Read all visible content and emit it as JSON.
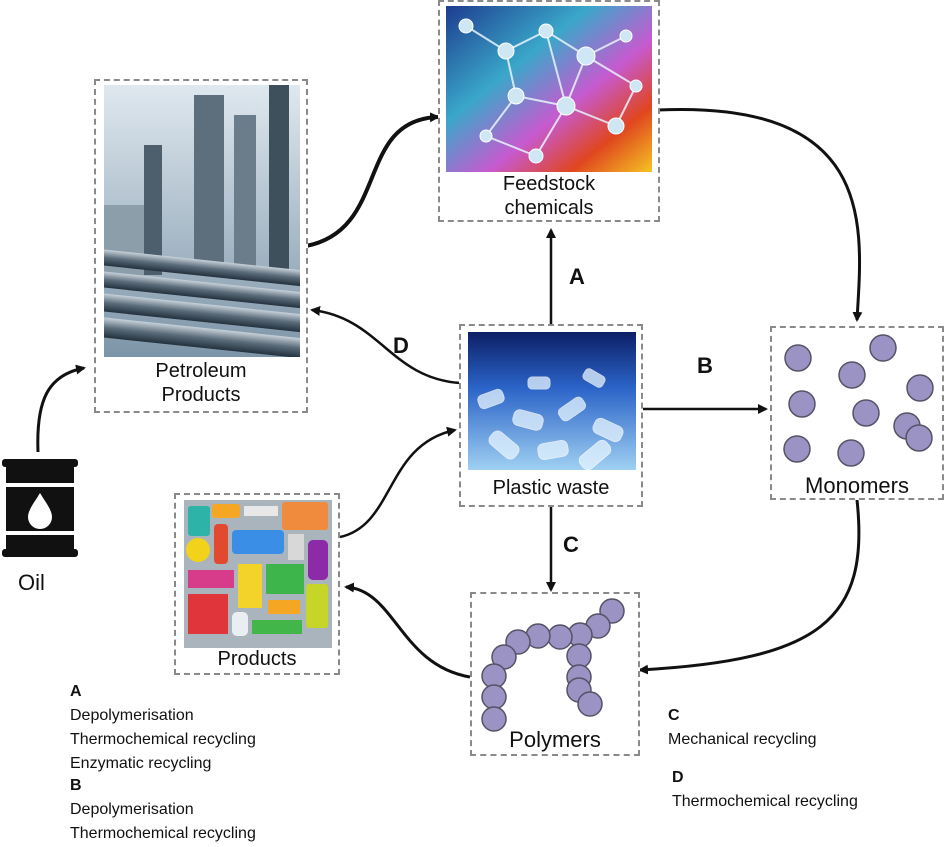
{
  "nodes": {
    "feedstock": {
      "label_line1": "Feedstock",
      "label_line2": "chemicals"
    },
    "petroleum": {
      "label_line1": "Petroleum",
      "label_line2": "Products"
    },
    "plastic_waste": {
      "label": "Plastic waste"
    },
    "monomers": {
      "label": "Monomers"
    },
    "polymers": {
      "label": "Polymers"
    },
    "products": {
      "label": "Products"
    },
    "oil": {
      "label": "Oil"
    }
  },
  "edge_letters": {
    "a": "A",
    "b": "B",
    "c": "C",
    "d": "D"
  },
  "legend": {
    "a": {
      "letter": "A",
      "items": [
        "Depolymerisation",
        "Thermochemical recycling",
        "Enzymatic recycling"
      ]
    },
    "b": {
      "letter": "B",
      "items": [
        "Depolymerisation",
        "Thermochemical recycling"
      ]
    },
    "c": {
      "letter": "C",
      "items": [
        "Mechanical recycling"
      ]
    },
    "d": {
      "letter": "D",
      "items": [
        "Thermochemical recycling"
      ]
    }
  },
  "icons": {
    "oil": "oil-barrel-icon",
    "monomer": "circle-molecule-icon"
  },
  "colors": {
    "monomer_fill": "#9b93c4",
    "monomer_stroke": "#555366",
    "barrel": "#111111",
    "arrow": "#111111"
  }
}
